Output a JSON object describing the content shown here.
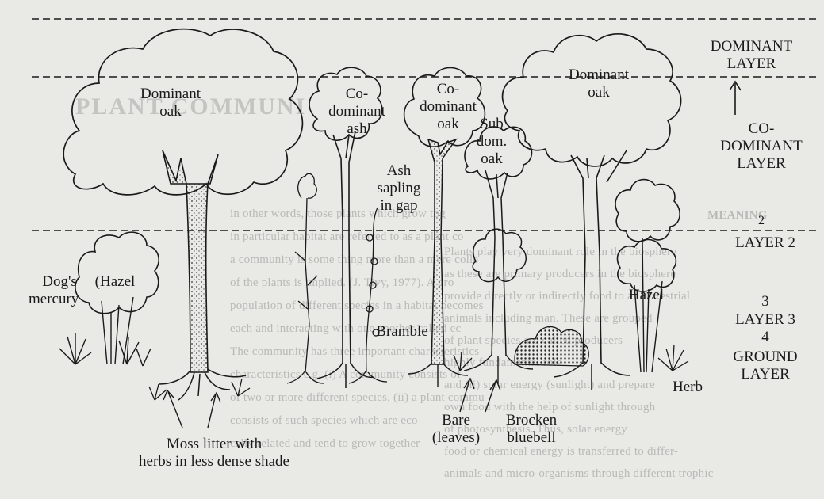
{
  "background": {
    "title": "PLANT COMMUNI",
    "text_lines": [
      "in other words, those plants which grow tog",
      "in particular habitat are referred to as a plant co",
      "a community is some thing more than a mere colle",
      "of the plants is implied. (J. Tivy, 1977). A gro",
      "population of different species in a habitat becomes",
      "each and interacting with one another called ec",
      "The community has three important characteristics",
      "characteristics e.g. (i) A community consists of",
      "of two or more different species, (ii) a plant commu",
      "consists of such species which are eco",
      "cally related and tend to grow together"
    ],
    "right_lines": [
      "Plants play very dominant role in the biosphere",
      "as these are primary producers in the biosphere",
      "provide directly or indirectly food to all terrestrial",
      "animals including man. These are grouped",
      "of plant species are called producers",
      "highly fundamental role",
      "and (ii) solar energy (sunlight) and prepare",
      "own food with the help of sunlight through",
      "of photosynthesis. Thus, solar energy",
      "food or chemical energy is transferred to differ-",
      "animals and micro-organisms through different trophic"
    ],
    "meaning": "MEANING"
  },
  "labels": {
    "dominant_oak_left": [
      "Dominant",
      "oak"
    ],
    "codominant_ash": [
      "Co-",
      "dominant",
      "ash"
    ],
    "codominant_oak": [
      "Co-",
      "dominant",
      "oak"
    ],
    "sub_dom_oak": [
      "Sub",
      "dom.",
      "oak"
    ],
    "dominant_oak_right": [
      "Dominant",
      "oak"
    ],
    "ash_sapling": [
      "Ash",
      "sapling",
      "in gap"
    ],
    "dogs_mercury": [
      "Dog's",
      "mercury"
    ],
    "hazel_left": "(Hazel",
    "bramble": "Bramble",
    "hazel_right": "Hazel",
    "herb": "Herb",
    "bare_leaves": [
      "Bare",
      "(leaves)"
    ],
    "bracken_bluebell": [
      "Brocken",
      "bluebell"
    ],
    "moss_litter": [
      "Moss litter with",
      "herbs in less dense shade"
    ]
  },
  "layers": {
    "dominant": [
      "DOMINANT",
      "LAYER"
    ],
    "codominant": [
      "CO-",
      "DOMINANT",
      "LAYER"
    ],
    "layer2_num": "2",
    "layer2": "LAYER 2",
    "layer3_num": "3",
    "layer3": "LAYER 3",
    "layer4_num": "4",
    "ground": [
      "GROUND",
      "LAYER"
    ]
  },
  "colors": {
    "ink": "#1a1a1a",
    "paper": "#e9e9e6",
    "faded_text": "#b9b9b6"
  }
}
